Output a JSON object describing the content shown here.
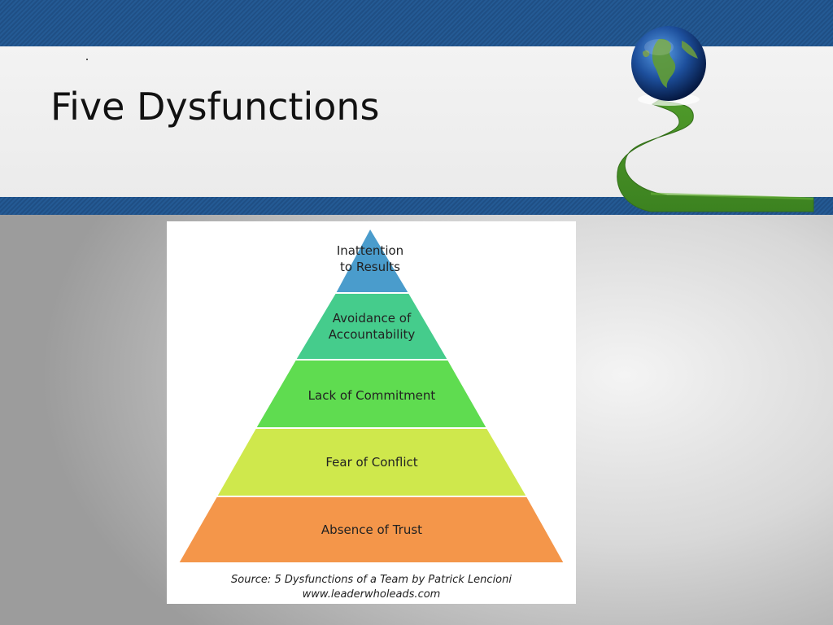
{
  "slide": {
    "title": "Five Dysfunctions"
  },
  "pyramid": {
    "tiers": [
      {
        "label": "Inattention\nto Results",
        "color": "#4a9ccc"
      },
      {
        "label": "Avoidance of\nAccountability",
        "color": "#45cc8c"
      },
      {
        "label": "Lack of Commitment",
        "color": "#5fdc50"
      },
      {
        "label": "Fear of Conflict",
        "color": "#cfe84c"
      },
      {
        "label": "Absence of Trust",
        "color": "#f4964a"
      }
    ],
    "source_line1": "Source:  5 Dysfunctions of a Team by Patrick Lencioni",
    "source_line2": "www.leaderwholeads.com"
  },
  "colors": {
    "band_blue": "#1f4f85",
    "title_band": "#efefef"
  },
  "decor": {
    "icon": "globe-with-grass-path"
  }
}
